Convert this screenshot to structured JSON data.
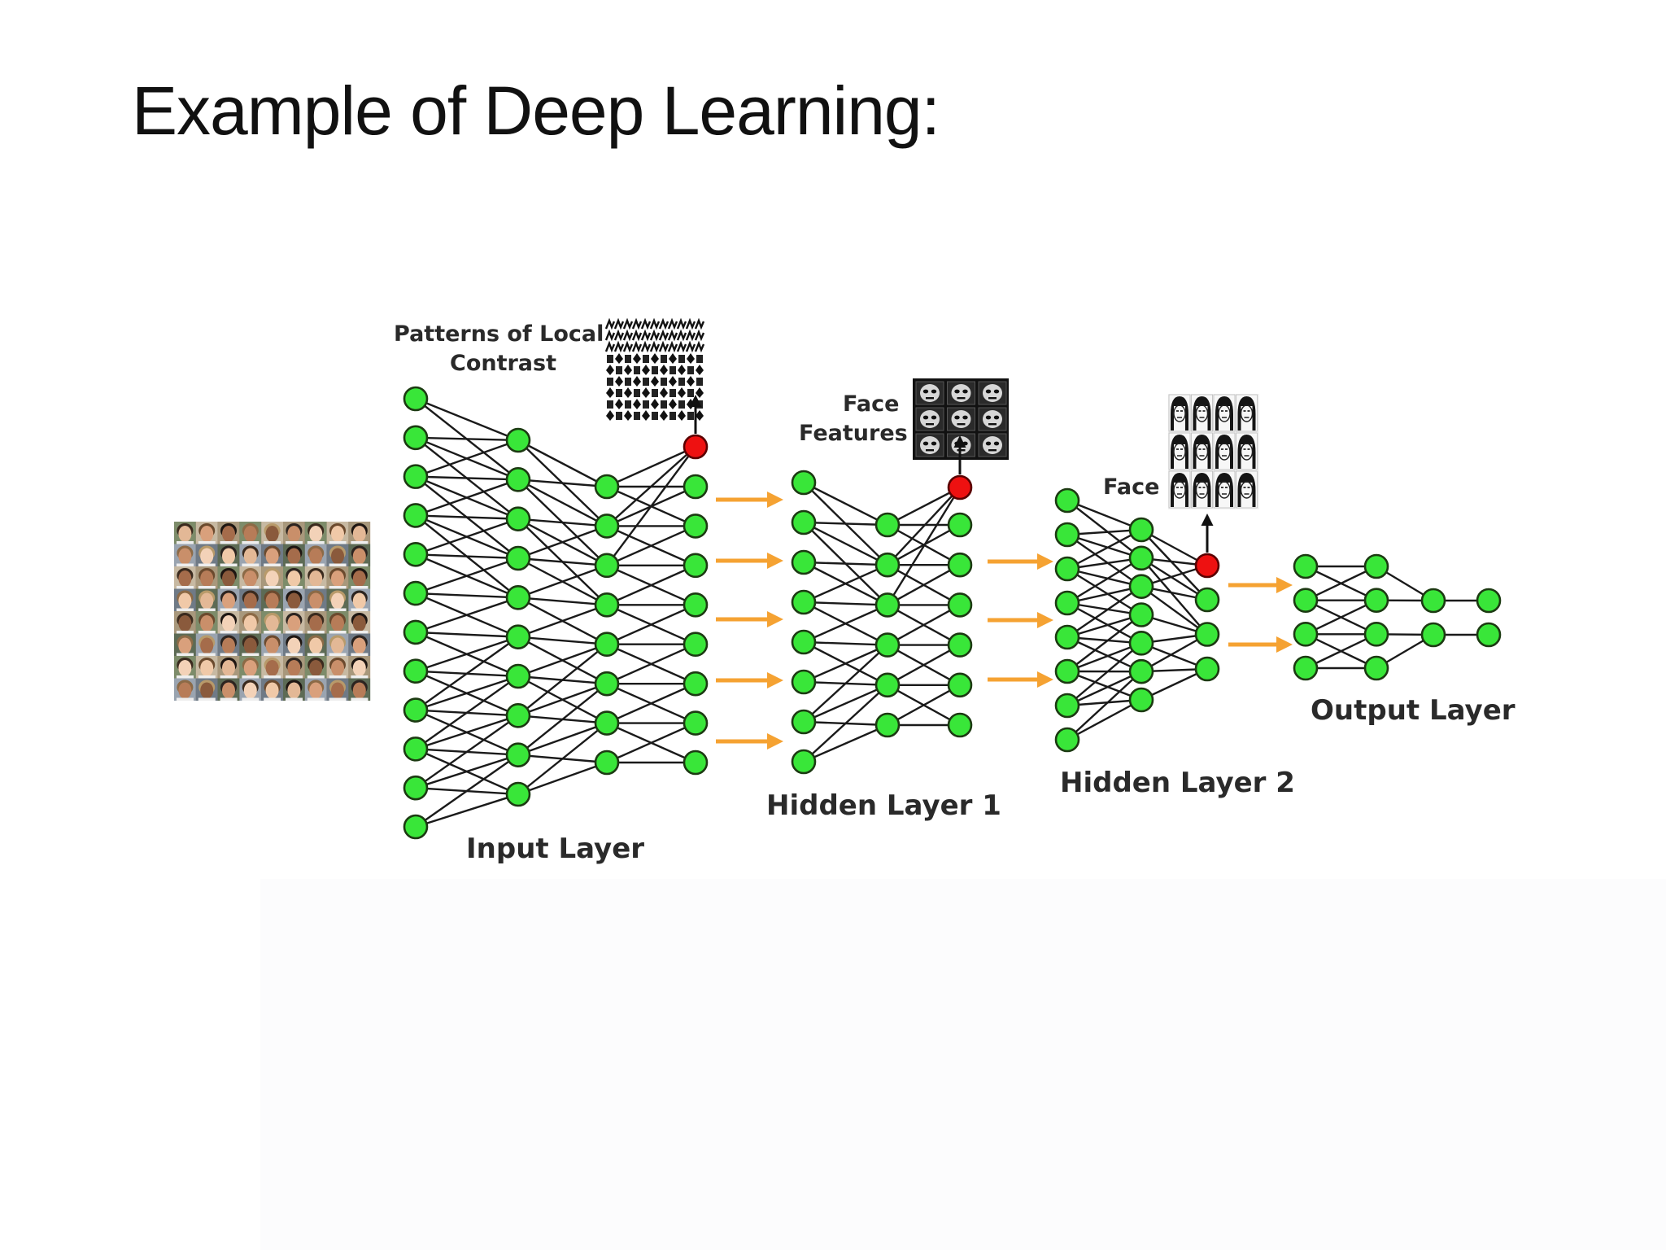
{
  "slide": {
    "title": "Example of Deep Learning:"
  },
  "diagram": {
    "labels": {
      "patterns_line1": "Patterns of Local",
      "patterns_line2": "Contrast",
      "face_features_line1": "Face",
      "face_features_line2": "Features",
      "face": "Face",
      "input_layer": "Input Layer",
      "hidden_layer_1": "Hidden Layer 1",
      "hidden_layer_2": "Hidden Layer 2",
      "output_layer": "Output Layer"
    },
    "colors": {
      "node_fill": "#39e639",
      "node_stroke": "#1c3a12",
      "highlight_node_fill": "#ee1111",
      "edge": "#1a1a1a",
      "flow_arrow": "#f5a232"
    },
    "icons": {
      "input_images": "face-photo-grid",
      "patterns_thumbnail": "local-contrast-pattern-grid",
      "features_thumbnail": "face-feature-grid",
      "faces_thumbnail": "face-sketch-grid"
    }
  }
}
